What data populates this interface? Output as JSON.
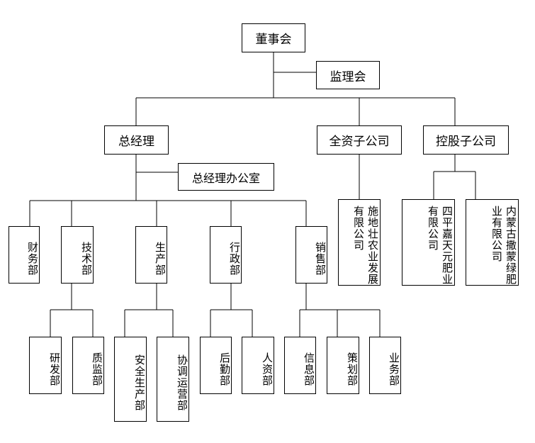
{
  "board": "董事会",
  "supervisory_board": "监理会",
  "general_manager": "总经理",
  "gm_office": "总经理办公室",
  "wholly_owned": "全资子公司",
  "holding": "控股子公司",
  "departments": {
    "finance": "财务部",
    "technology": "技术部",
    "production": "生产部",
    "administration": "行政部",
    "sales": "销售部"
  },
  "sub_departments": {
    "rd": "研发部",
    "qc": "质监部",
    "safety": "安全生产部",
    "coordination": "协调运营部",
    "logistics": "后勤部",
    "hr": "人资部",
    "info": "信息部",
    "planning": "策划部",
    "business": "业务部"
  },
  "subsidiaries": {
    "shidi": "施地壮农业发展有限公司",
    "siping": "四平嘉天元肥业有限公司",
    "neimeng": "内蒙古撒蒙绿肥业有限公司"
  }
}
